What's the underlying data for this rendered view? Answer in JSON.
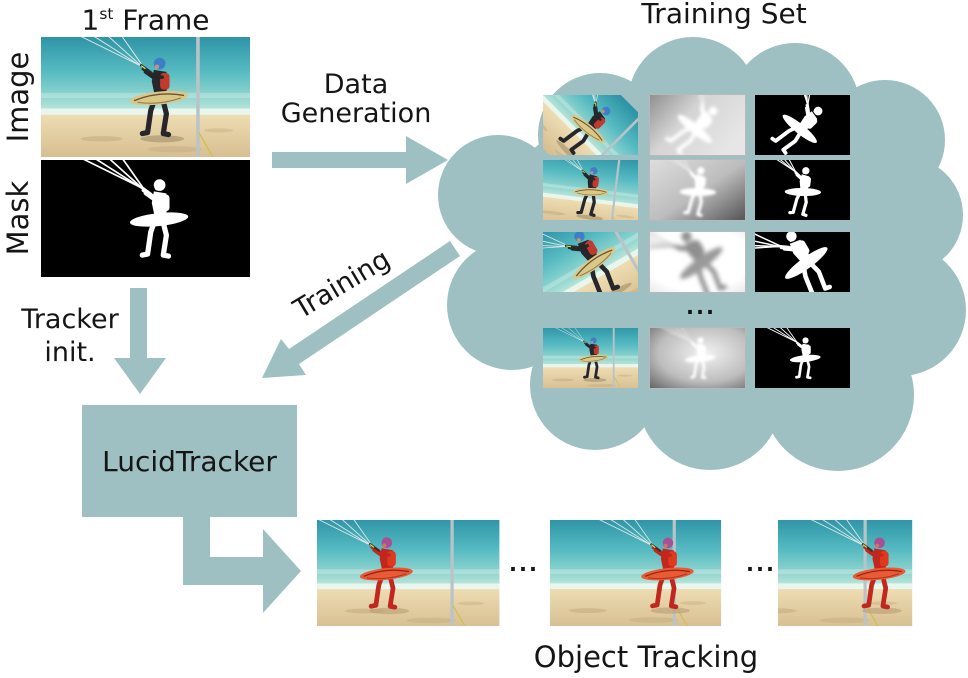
{
  "colors": {
    "accent": "#9ec0c2",
    "text": "#151515",
    "sea": "#55bac1",
    "sand": "#dcc79a",
    "tracked_object": "#c1271d"
  },
  "first_frame": {
    "title_num": "1",
    "title_sup": "st",
    "title_rest": " Frame",
    "image_label": "Image",
    "mask_label": "Mask"
  },
  "data_generation": {
    "line1": "Data",
    "line2": "Generation"
  },
  "training_set": {
    "title": "Training Set",
    "ellipsis": "...",
    "column_semantics": [
      "augmented-image",
      "soft-mask",
      "binary-mask"
    ],
    "visible_rows": 4
  },
  "training_arrow_label": "Training",
  "tracker_init": {
    "line1": "Tracker",
    "line2": "init."
  },
  "tracker_box_label": "LucidTracker",
  "output": {
    "ellipsis": "...",
    "title": "Object Tracking"
  },
  "icons": {
    "data_generation_arrow": "arrow-right",
    "tracker_init_arrow": "arrow-down",
    "training_arrow": "arrow-down-left",
    "output_arrow": "arrow-elbow-down-right",
    "training_set_shape": "cloud"
  }
}
